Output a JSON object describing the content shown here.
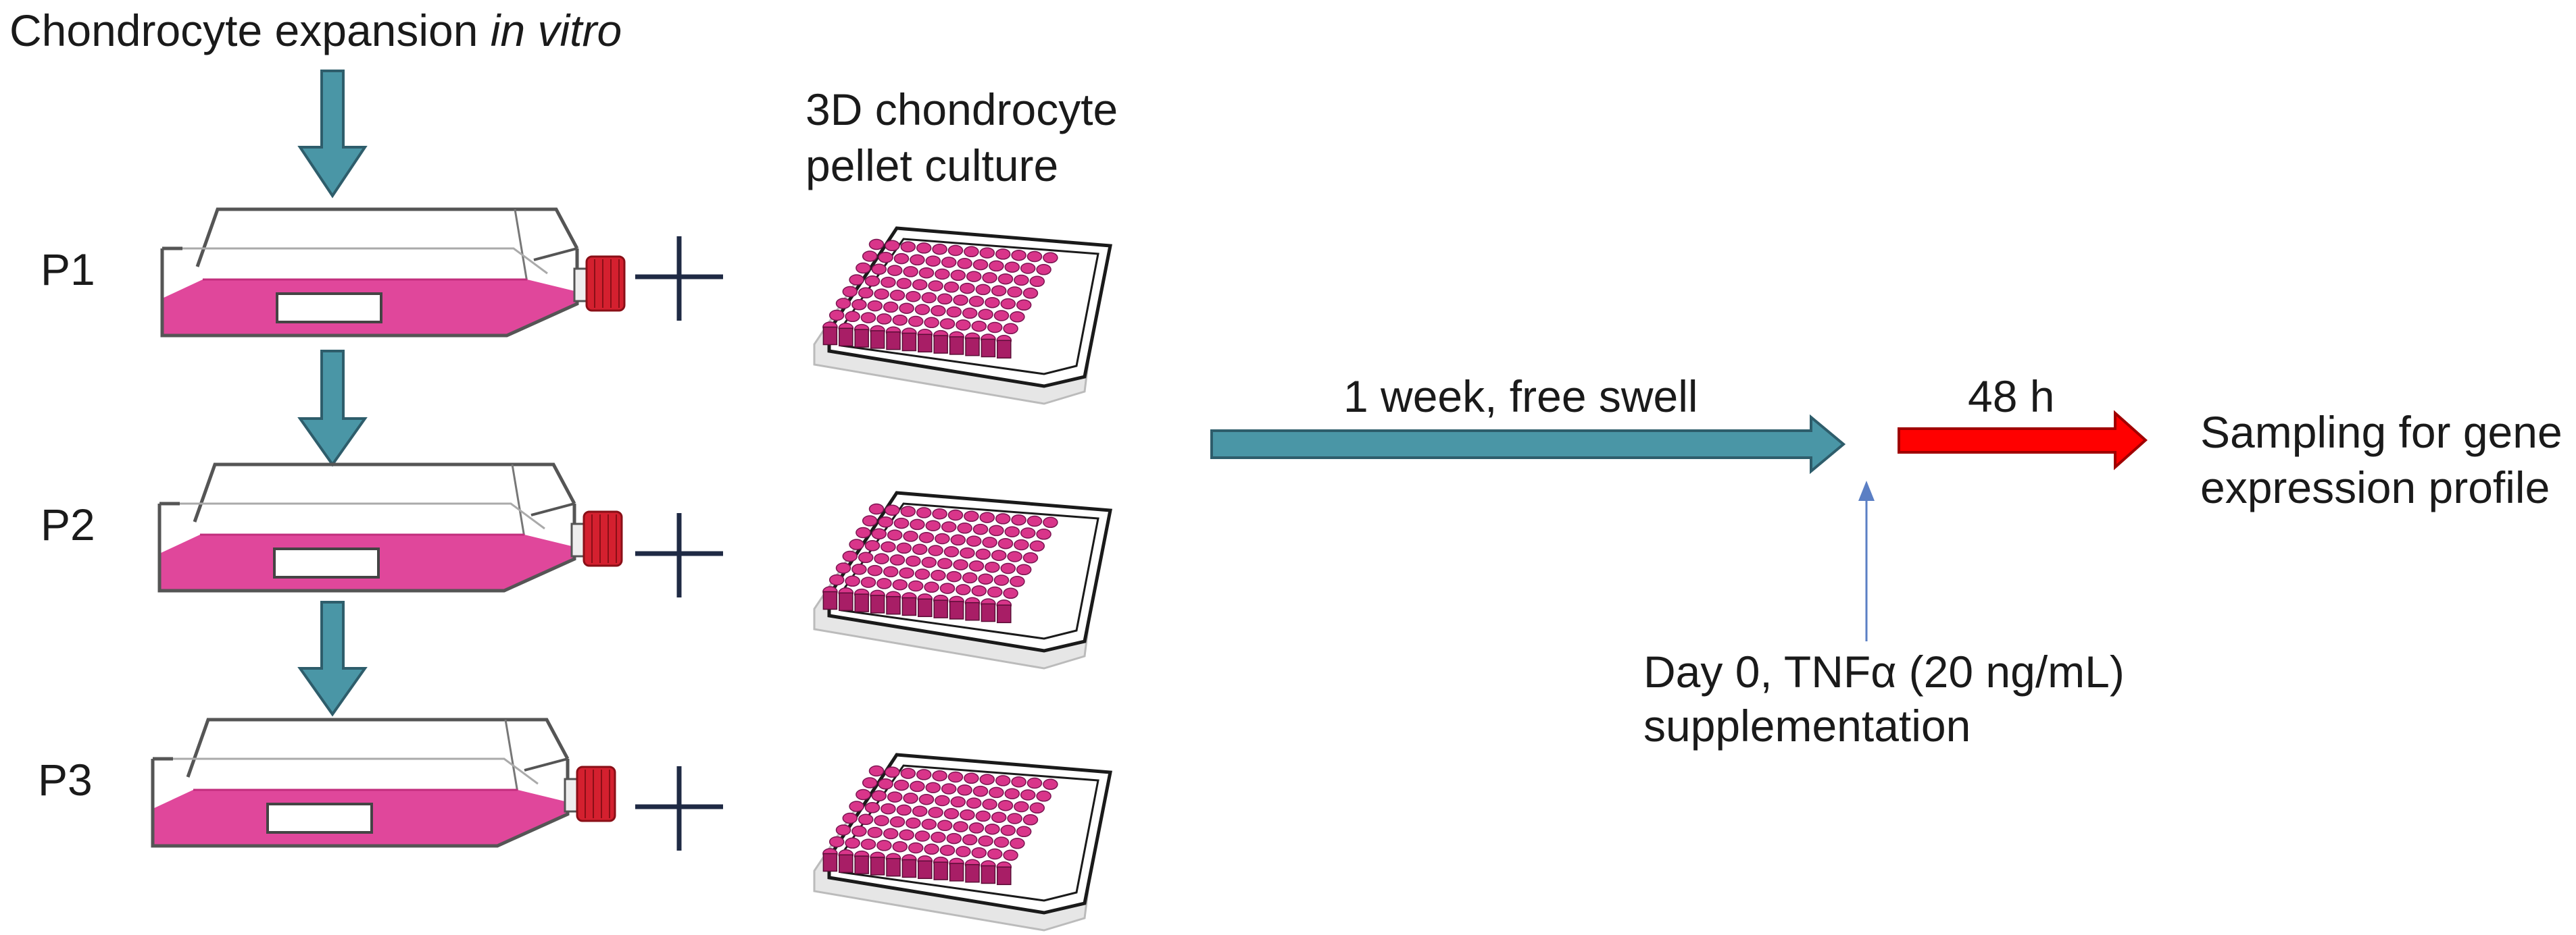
{
  "title": {
    "main": "Chondrocyte expansion ",
    "italic": "in vitro"
  },
  "pellet_header": {
    "line1": "3D chondrocyte",
    "line2": "pellet culture"
  },
  "passages": [
    {
      "label": "P1"
    },
    {
      "label": "P2"
    },
    {
      "label": "P3"
    }
  ],
  "culture_arrow": {
    "label": "1 week, free swell"
  },
  "treatment_arrow": {
    "label": "48 h"
  },
  "supplement": {
    "line1": "Day 0, TNFα (20 ng/mL)",
    "line2": "supplementation"
  },
  "sampling": {
    "line1": "Sampling for gene",
    "line2": "expression profile"
  },
  "colors": {
    "medium": "#e0479b",
    "well": "#d9358a",
    "flow_arrow": "#4a96a6",
    "treatment_arrow": "#ff0000",
    "supplement_arrow": "#5b7fc4",
    "cap": "#d4202f",
    "plus": "#1f2a44"
  },
  "icons": {
    "flask": "culture-flask-icon",
    "plate": "96-well-plate-icon",
    "plus": "plus-icon"
  }
}
